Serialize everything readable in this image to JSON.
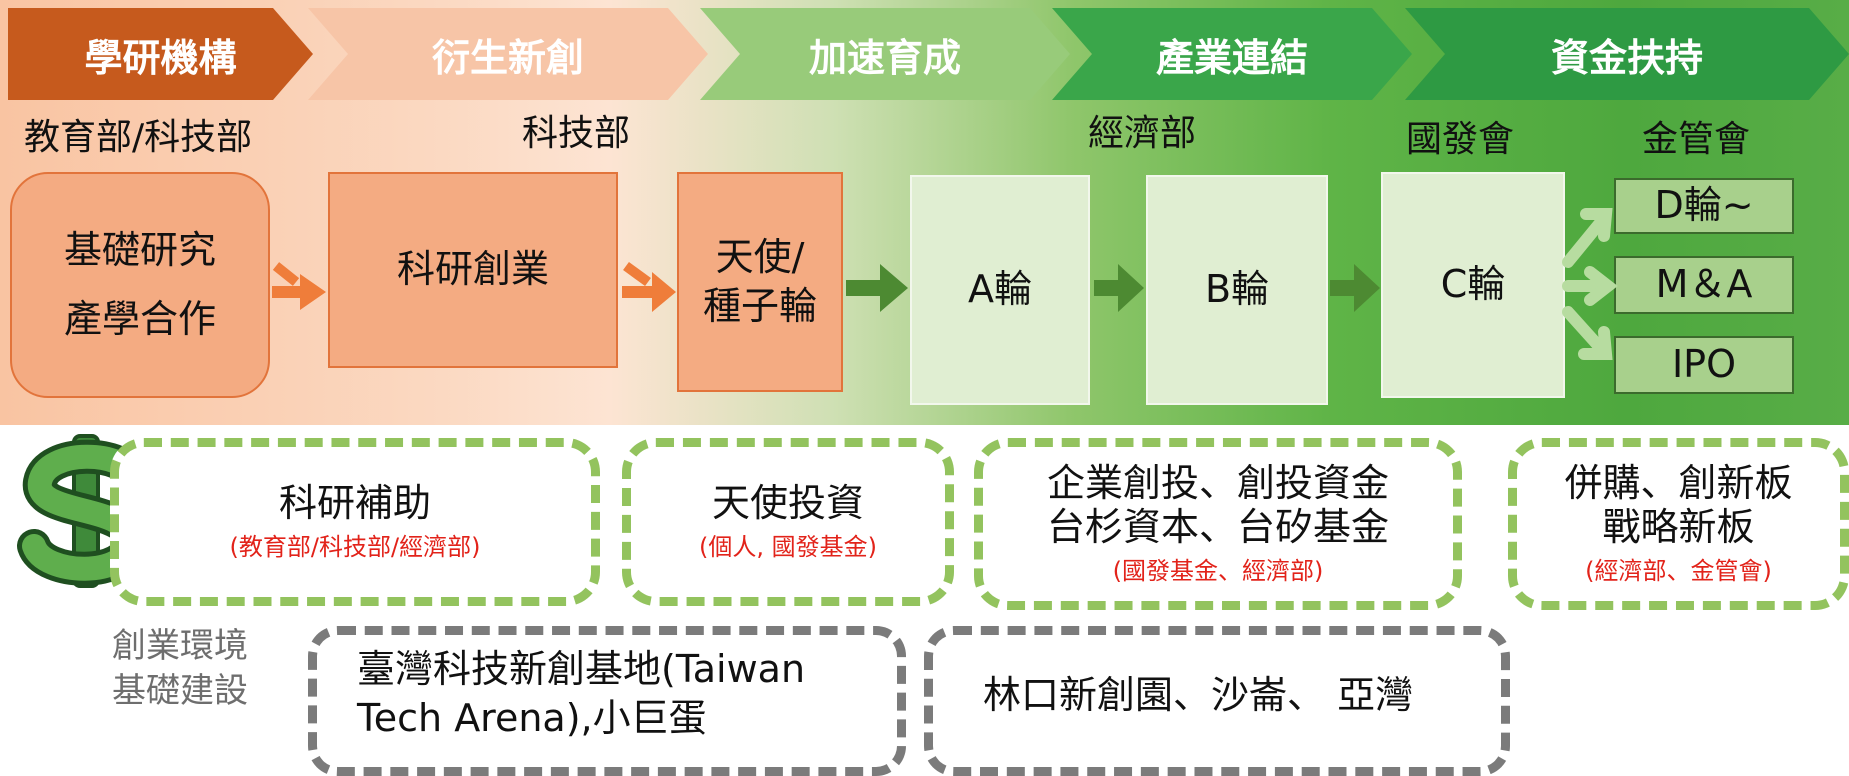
{
  "stages": [
    {
      "label": "學研機構",
      "color": "#c65a1d"
    },
    {
      "label": "衍生新創",
      "color": "#f7c5a7"
    },
    {
      "label": "加速育成",
      "color": "#98cb7a"
    },
    {
      "label": "產業連結",
      "color": "#3aa64a"
    },
    {
      "label": "資金扶持",
      "color": "#2e9a43"
    }
  ],
  "agencies": [
    "教育部/科技部",
    "科技部",
    "經濟部",
    "國發會",
    "金管會"
  ],
  "process": {
    "research": [
      "基礎研究",
      "產學合作"
    ],
    "startup": "科研創業",
    "angel": [
      "天使/",
      "種子輪"
    ],
    "round_a": "A輪",
    "round_b": "B輪",
    "round_c": "C輪",
    "exits": [
      "D輪~",
      "M＆A",
      "IPO"
    ]
  },
  "funding": [
    {
      "title": [
        "科研補助"
      ],
      "source": "(教育部/科技部/經濟部)"
    },
    {
      "title": [
        "天使投資"
      ],
      "source": "(個人, 國發基金)"
    },
    {
      "title": [
        "企業創投、創投資金",
        "台杉資本、台矽基金"
      ],
      "source": "(國發基金、經濟部)"
    },
    {
      "title": [
        "併購、創新板",
        "戰略新板"
      ],
      "source": "(經濟部、金管會)"
    }
  ],
  "funding_icon": "dollar-sign-icon",
  "environment": {
    "label": [
      "創業環境",
      "基礎建設"
    ],
    "box1": [
      "臺灣科技新創基地(Taiwan",
      "Tech Arena),小巨蛋"
    ],
    "box2": "林口新創園、沙崙、 亞灣"
  }
}
